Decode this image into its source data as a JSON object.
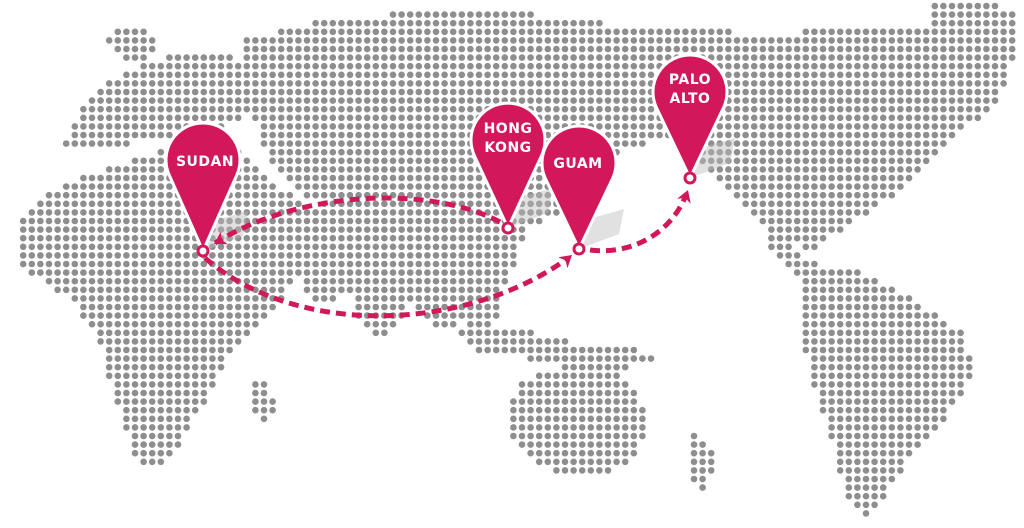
{
  "map": {
    "dot_color": "#8e8e8e",
    "route_color": "#d2185a",
    "pin_color": "#d2185a",
    "pin_outline": "#ffffff"
  },
  "locations": [
    {
      "id": "sudan",
      "lines": [
        "SUDAN"
      ]
    },
    {
      "id": "hong-kong",
      "lines": [
        "HONG",
        "KONG"
      ]
    },
    {
      "id": "guam",
      "lines": [
        "GUAM"
      ]
    },
    {
      "id": "palo-alto",
      "lines": [
        "PALO",
        "ALTO"
      ]
    }
  ],
  "route": {
    "stops": [
      "sudan",
      "hong-kong",
      "sudan",
      "guam",
      "palo-alto"
    ]
  }
}
